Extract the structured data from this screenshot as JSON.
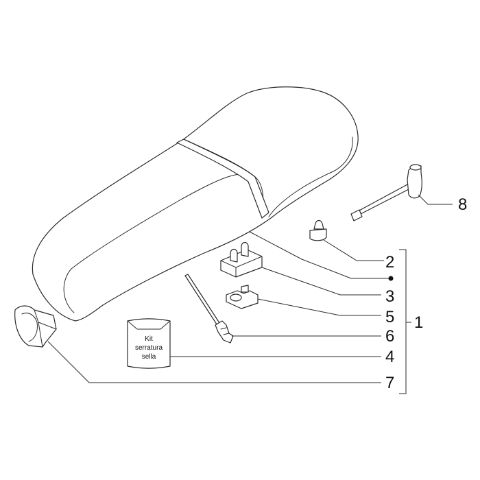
{
  "callouts": {
    "c1": "1",
    "c2": "2",
    "c3": "3",
    "c4": "4",
    "c5": "5",
    "c6": "6",
    "c7": "7",
    "c8": "8"
  },
  "kit_label": {
    "line1": "Kit",
    "line2": "serratura",
    "line3": "sella"
  }
}
